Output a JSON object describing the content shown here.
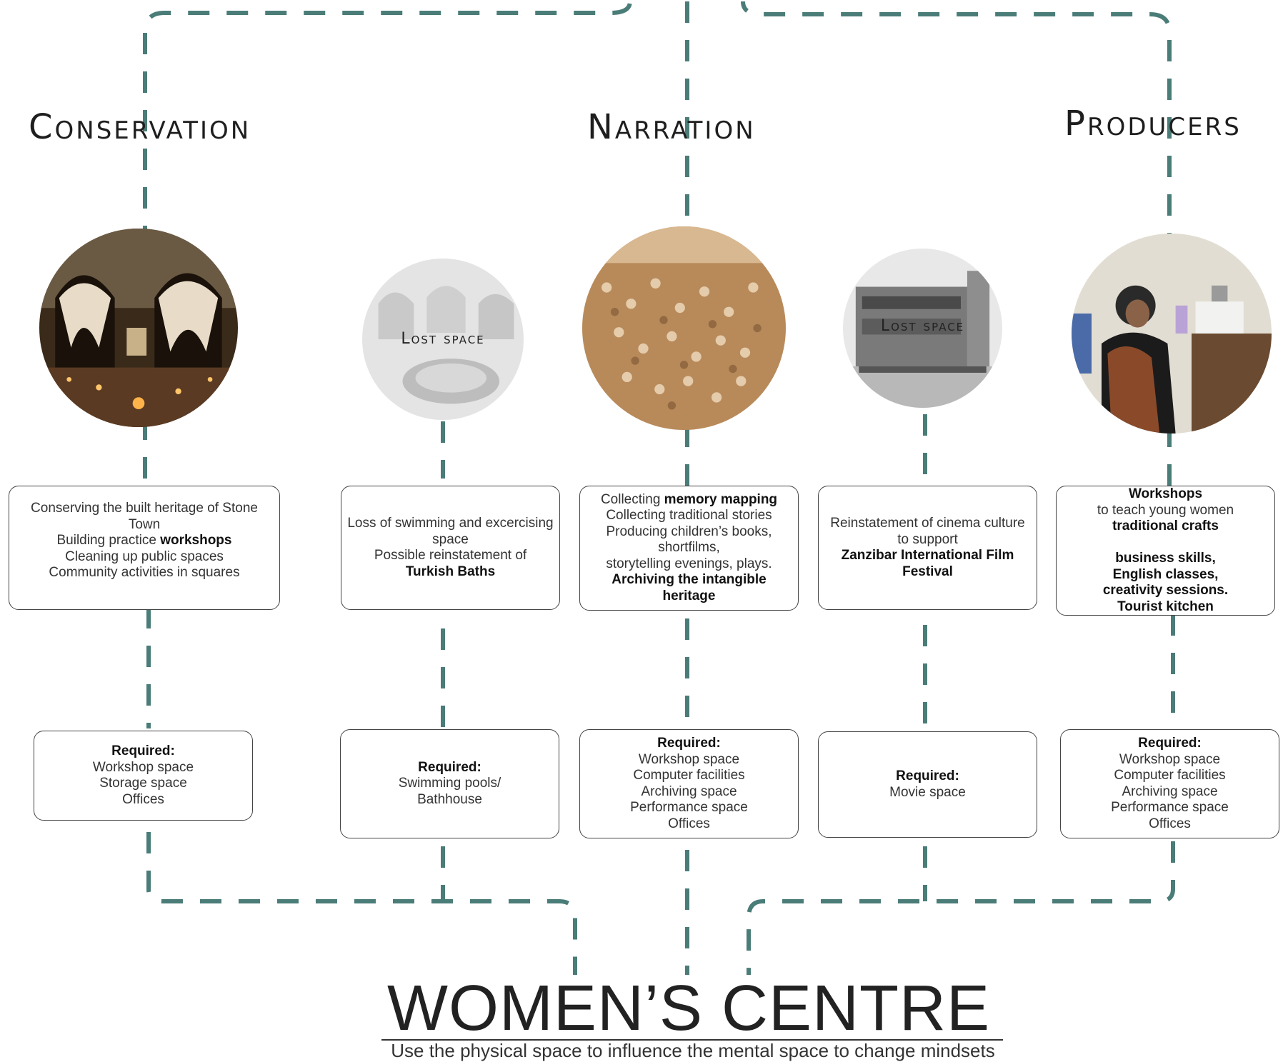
{
  "colors": {
    "connector": "#4a7c78",
    "border": "#444444",
    "text": "#333333"
  },
  "headings": {
    "conservation": "Conservation",
    "narration": "Narration",
    "producers": "Producers"
  },
  "photos": [
    {
      "subject": "candle-lit arched hall",
      "label": ""
    },
    {
      "subject": "turkish bath interior",
      "label": "Lost space"
    },
    {
      "subject": "crowd archive photo",
      "label": ""
    },
    {
      "subject": "cinema building",
      "label": "Lost space"
    },
    {
      "subject": "woman in kitchen",
      "label": ""
    }
  ],
  "descriptions": {
    "conservation": [
      [
        {
          "t": "Conserving the built heritage of Stone Town"
        }
      ],
      [
        {
          "t": "Building practice "
        },
        {
          "t": "workshops",
          "b": true
        }
      ],
      [
        {
          "t": "Cleaning up public spaces"
        }
      ],
      [
        {
          "t": "Community activities in squares"
        }
      ]
    ],
    "baths": [
      [
        {
          "t": "Loss of swimming and excercising space"
        }
      ],
      [
        {
          "t": "Possible reinstatement of"
        }
      ],
      [
        {
          "t": "Turkish Baths",
          "b": true
        }
      ]
    ],
    "narration": [
      [
        {
          "t": "Collecting "
        },
        {
          "t": "memory mapping",
          "b": true
        }
      ],
      [
        {
          "t": "Collecting traditional stories"
        }
      ],
      [
        {
          "t": "Producing children’s books,"
        }
      ],
      [
        {
          "t": "shortfilms,"
        }
      ],
      [
        {
          "t": "storytelling evenings, plays."
        }
      ],
      [
        {
          "t": "Archiving the intangible heritage",
          "b": true
        }
      ]
    ],
    "cinema": [
      [
        {
          "t": "Reinstatement of cinema culture to support"
        }
      ],
      [
        {
          "t": "Zanzibar International Film Festival",
          "b": true
        }
      ]
    ],
    "producers": [
      [
        {
          "t": "Workshops",
          "b": true
        }
      ],
      [
        {
          "t": "to teach young women"
        }
      ],
      [
        {
          "t": "traditional crafts",
          "b": true
        }
      ],
      [
        {
          "t": " "
        }
      ],
      [
        {
          "t": "business skills,",
          "b": true
        }
      ],
      [
        {
          "t": "English classes,",
          "b": true
        }
      ],
      [
        {
          "t": "creativity sessions.",
          "b": true
        }
      ],
      [
        {
          "t": "Tourist kitchen",
          "b": true
        }
      ]
    ]
  },
  "requirements": {
    "heading": "Required:",
    "conservation": [
      "Workshop space",
      "Storage space",
      "Offices"
    ],
    "baths": [
      "Swimming pools/",
      "Bathhouse"
    ],
    "narration": [
      "Workshop space",
      "Computer facilities",
      "Archiving space",
      "Performance space",
      "Offices"
    ],
    "cinema": [
      "Movie space"
    ],
    "producers": [
      "Workshop space",
      "Computer facilities",
      "Archiving space",
      "Performance space",
      "Offices"
    ]
  },
  "footer": {
    "title": "WOMEN’S CENTRE",
    "subtitle": "Use the physical space to influence the mental space to change mindsets"
  }
}
